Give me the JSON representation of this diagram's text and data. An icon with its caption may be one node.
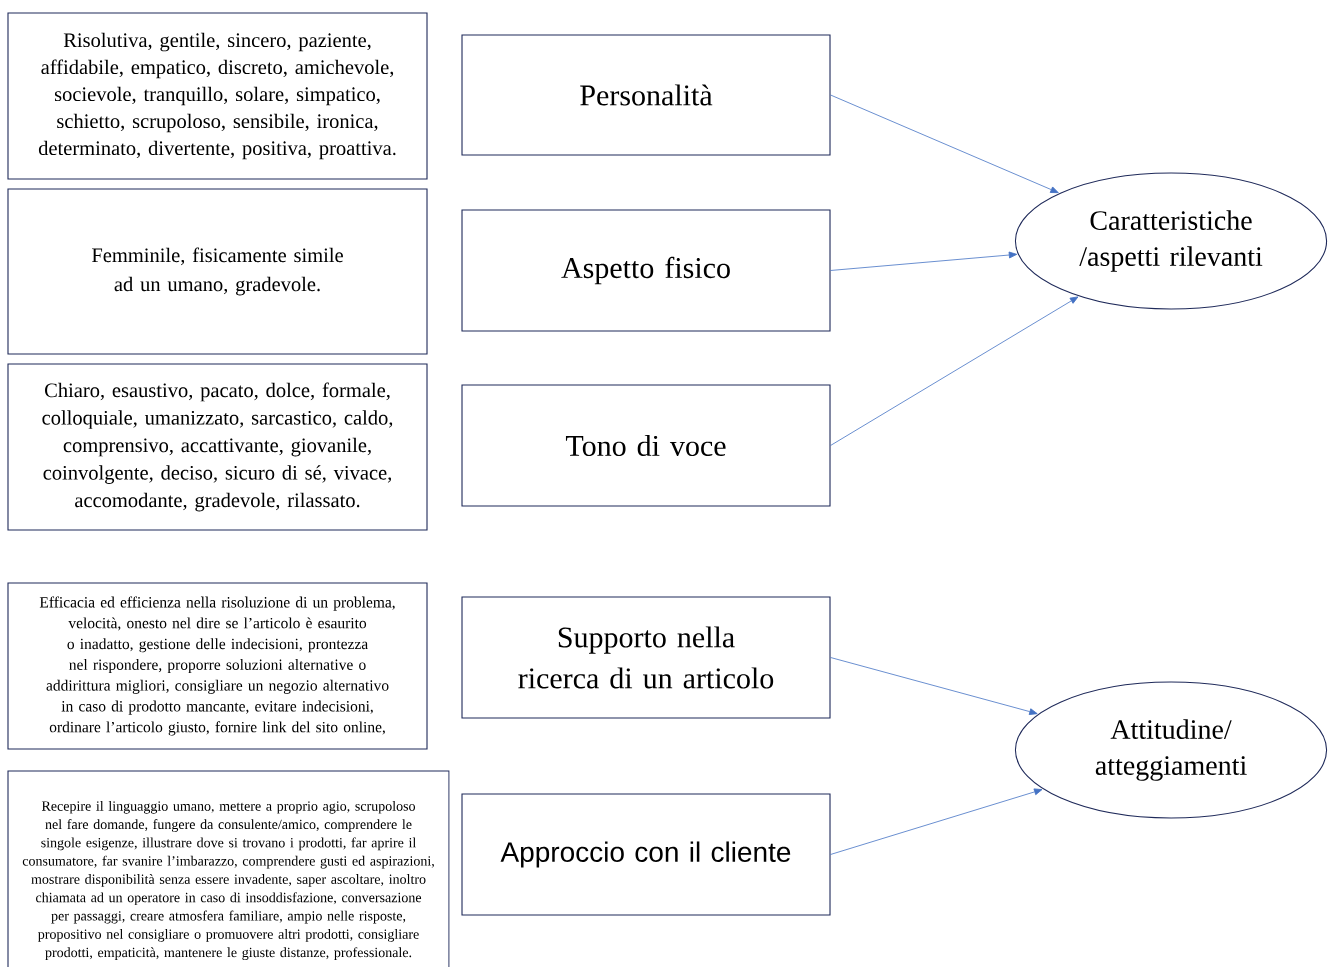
{
  "diagram": {
    "nodes": [
      {
        "text": [
          "Risolutiva, gentile, sincero, paziente, affidabile, empatico, discreto, amichevole, socievole, tranquillo, solare, simpatico, schietto,  scrupoloso, sensibile, ironica, determinato, divertente, positiva, proattiva."
        ]
      },
      {
        "text": [
          "Femminile, fisicamente simile ad un umano,  gradevole."
        ]
      },
      {
        "text": [
          "Chiaro, esaustivo, pacato, dolce, formale, colloquiale, umanizzato, sarcastico, caldo, comprensivo, accattivante, giovanile, coinvolgente, deciso, sicuro di sé,  vivace, accomodante, gradevole, rilassato."
        ]
      },
      {
        "text": [
          "Efficacia ed efficienza nella risoluzione di un problema, velocità, onesto nel dire se l’articolo è esaurito o inadatto, gestione delle indecisioni, prontezza nel rispondere, proporre soluzioni alternative o addirittura migliori, consigliare un negozio alternativo in caso di prodotto mancante, evitare indecisioni, ordinare l’articolo giusto, fornire link del sito online,"
        ]
      },
      {
        "text": [
          "Recepire il linguaggio umano, mettere a proprio agio, scrupoloso nel fare domande,  fungere da consulente/amico, comprendere le singole esigenze, illustrare dove si trovano i prodotti, far aprire il consumatore, far svanire l’imbarazzo, comprendere gusti ed aspirazioni, mostrare disponibilità senza essere invadente, saper ascoltare, inoltro chiamata ad un operatore in caso di insoddisfazione, conversazione per passaggi, creare atmosfera familiare, ampio nelle risposte, propositivo nel consigliare o promuovere altri prodotti, consigliare prodotti, empaticità, mantenere le giuste distanze, professionale."
        ]
      },
      {
        "text": [
          "Personalità"
        ]
      },
      {
        "text": [
          "Aspetto fisico"
        ]
      },
      {
        "text": [
          "Tono di voce"
        ]
      },
      {
        "text": [
          "Supporto nella ricerca di un articolo"
        ]
      },
      {
        "text": [
          "Approccio con il cliente"
        ]
      },
      {
        "text": [
          "Caratteristiche /aspetti rilevanti"
        ]
      },
      {
        "text": [
          "Attitudine/ atteggiamenti"
        ]
      }
    ],
    "edges": [
      {
        "from": 5,
        "to": 10,
        "arrow": "to"
      },
      {
        "from": 6,
        "to": 10,
        "arrow": "to"
      },
      {
        "from": 7,
        "to": 10,
        "arrow": "to"
      },
      {
        "from": 8,
        "to": 11,
        "arrow": "to"
      },
      {
        "from": 9,
        "to": 11,
        "arrow": "to"
      }
    ]
  }
}
